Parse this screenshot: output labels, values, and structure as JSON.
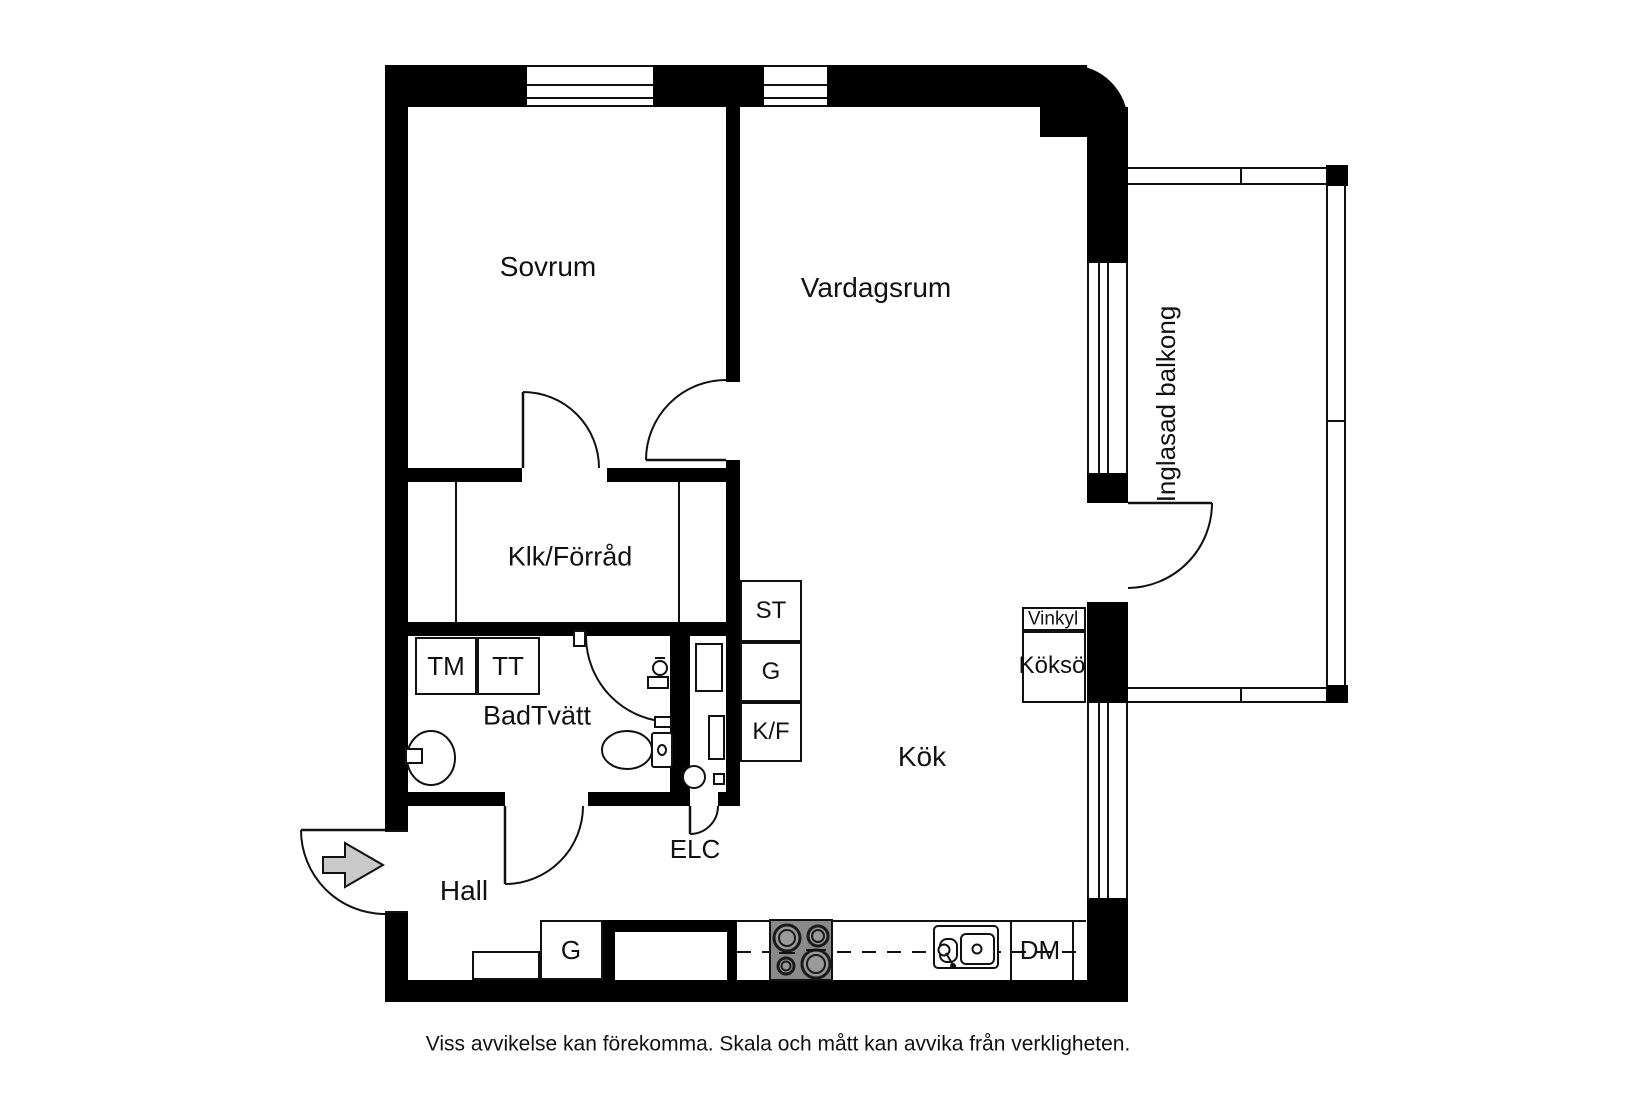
{
  "rooms": {
    "sovrum": "Sovrum",
    "vardagsrum": "Vardagsrum",
    "klk_forrad": "Klk/Förråd",
    "badtvatt": "BadTvätt",
    "hall": "Hall",
    "kok": "Kök",
    "balkong": "Inglasad balkong"
  },
  "units": {
    "tm": "TM",
    "tt": "TT",
    "st": "ST",
    "g_upper": "G",
    "kf": "K/F",
    "elc": "ELC",
    "g_kitchen": "G",
    "dm": "DM",
    "vinkyl": "Vinkyl",
    "kokso": "Köksö"
  },
  "footer": {
    "disclaimer": "Viss avvikelse kan förekomma. Skala och mått kan avvika från verkligheten."
  },
  "colors": {
    "wall": "#000000",
    "line": "#111111",
    "stove_fill": "#8a8a8a",
    "arrow_fill": "#c9c9c9",
    "background": "#ffffff"
  }
}
